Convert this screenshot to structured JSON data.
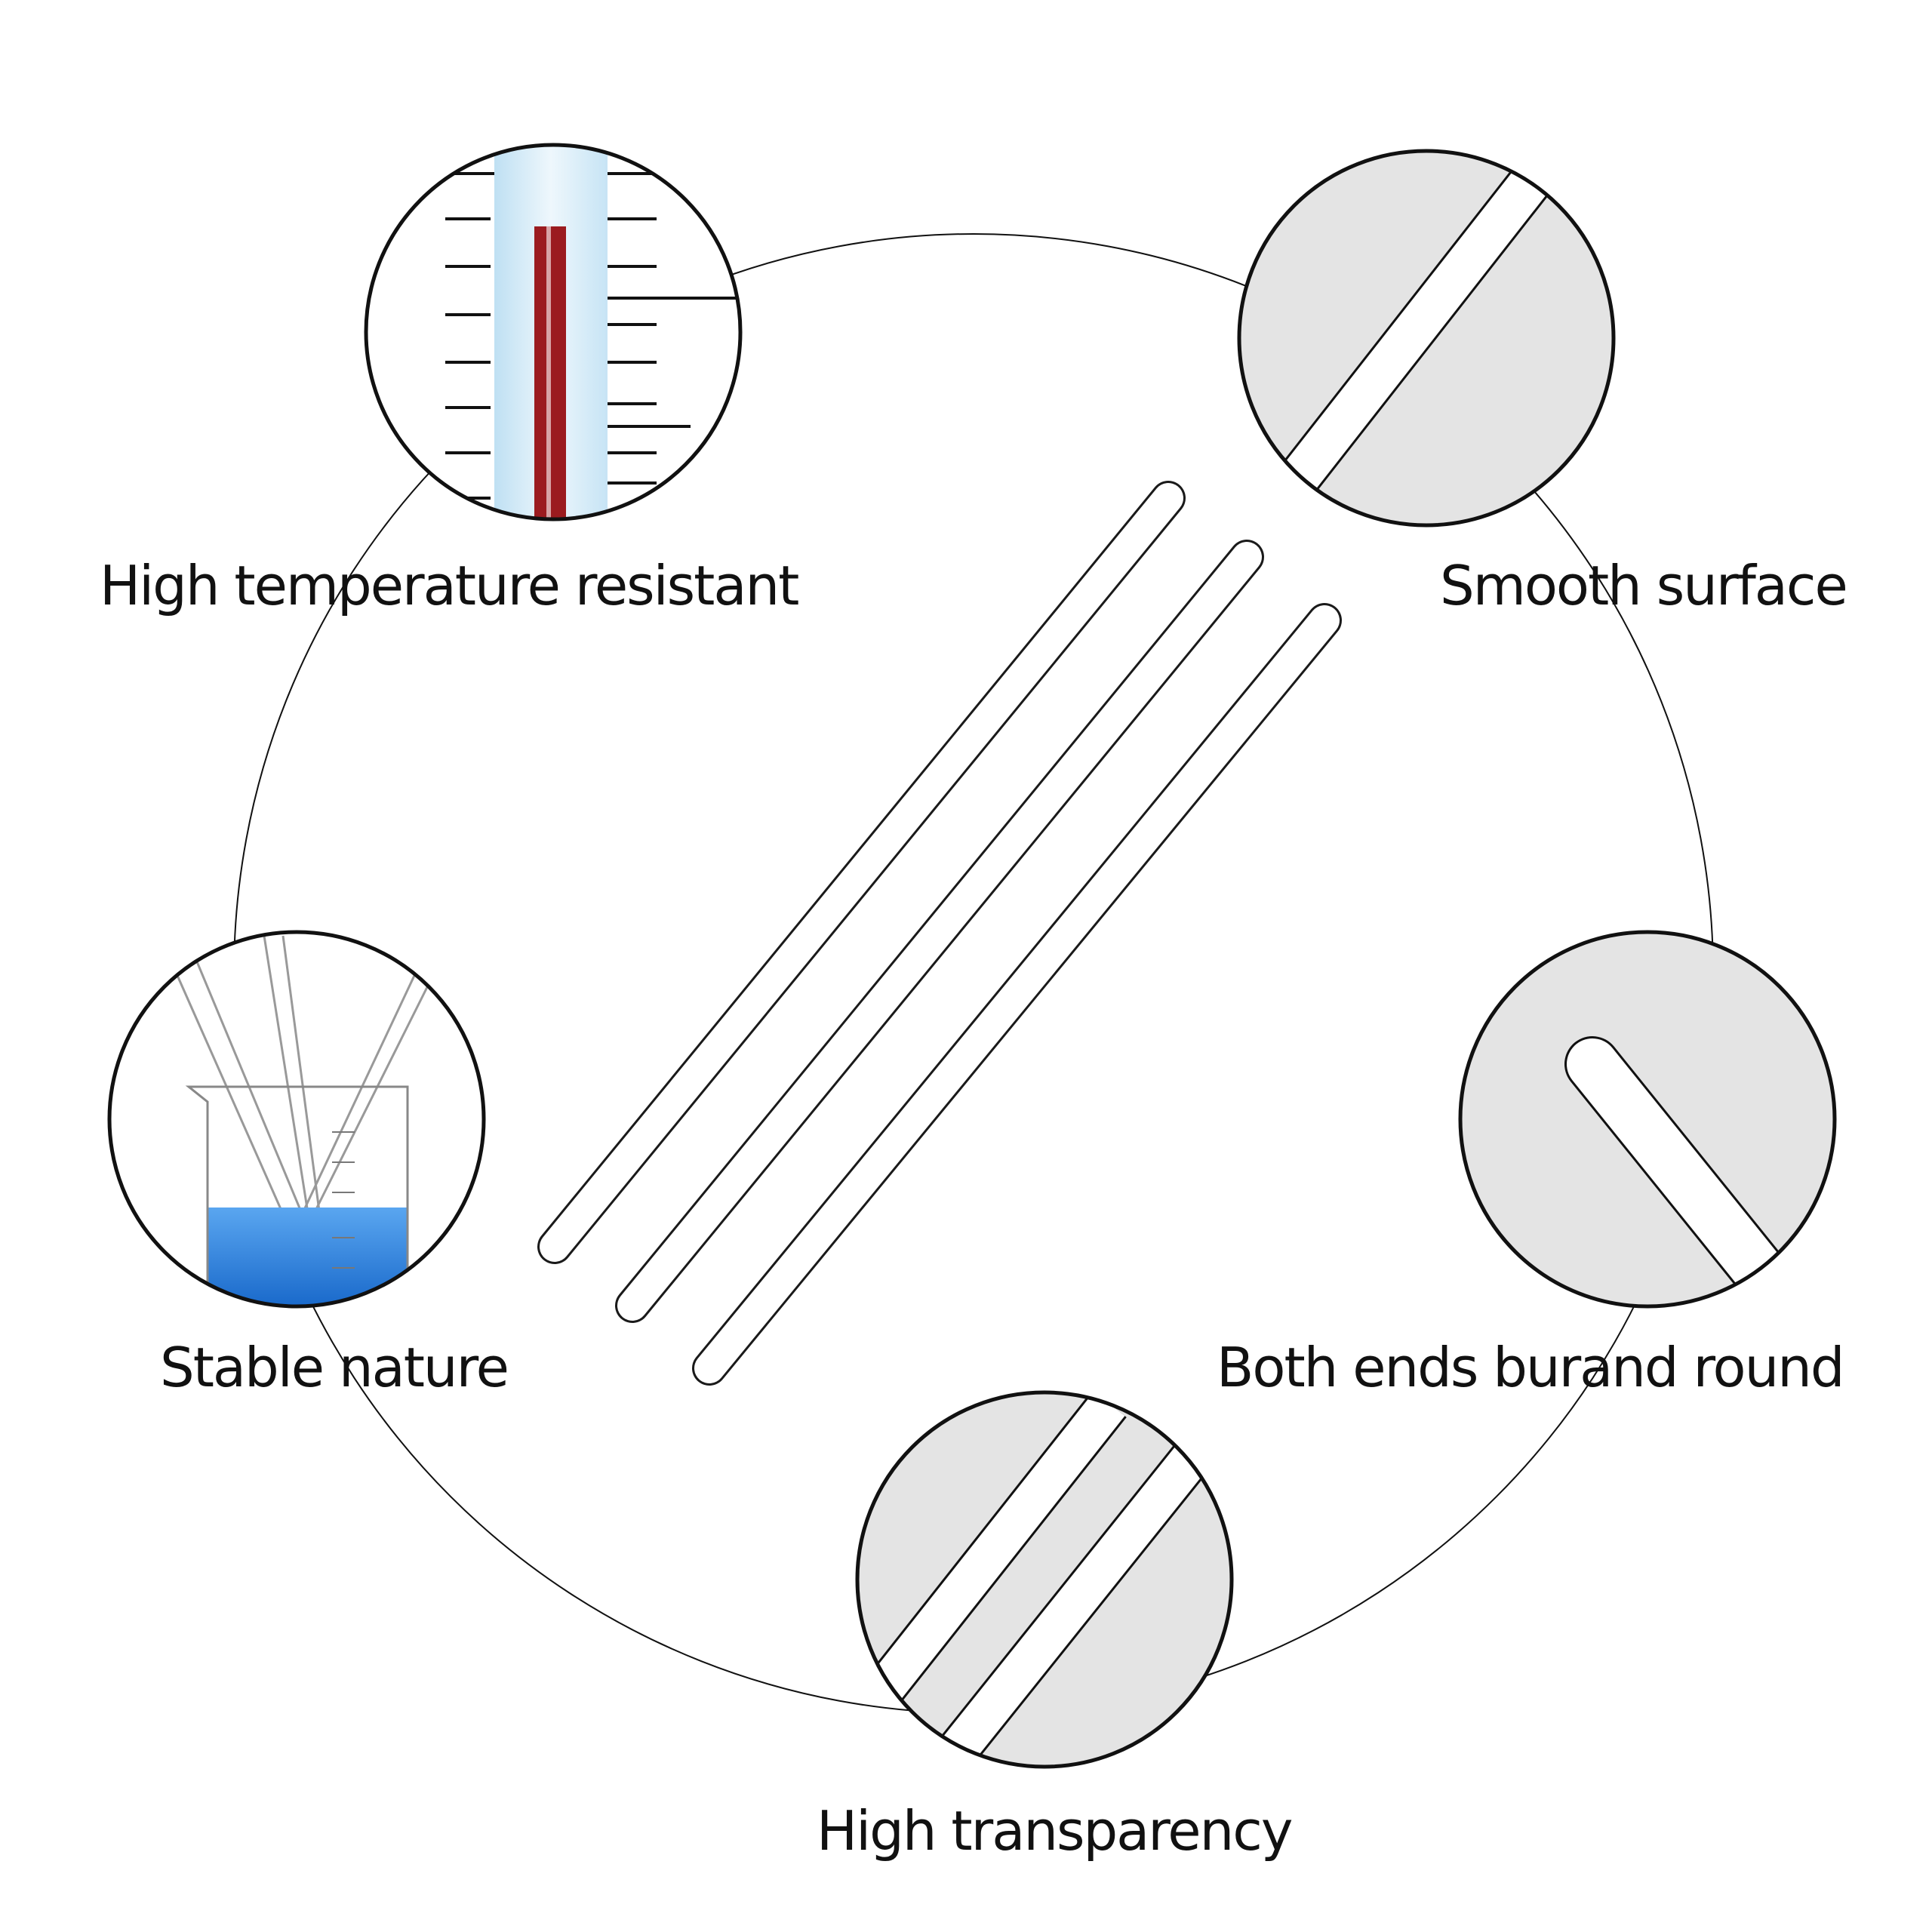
{
  "features": {
    "temperature": {
      "label": "High temperature resistant"
    },
    "smooth": {
      "label": "Smooth surface"
    },
    "stable": {
      "label": "Stable nature"
    },
    "ends": {
      "label": "Both ends burand round"
    },
    "transparency": {
      "label": "High transparency"
    }
  },
  "colors": {
    "outline": "#111111",
    "lens_fill": "#e4e4e4",
    "mercury": "#9b1b1f",
    "tube_glass": "#d6eaf6",
    "liquid": "#1a73d9",
    "liquid_light": "#5aa6f0"
  },
  "icons": [
    "thermometer-scale-icon",
    "glass-rod-smooth-icon",
    "beaker-with-rods-icon",
    "rounded-rod-end-icon",
    "transparent-rods-icon",
    "glass-stirring-rods-icon"
  ]
}
